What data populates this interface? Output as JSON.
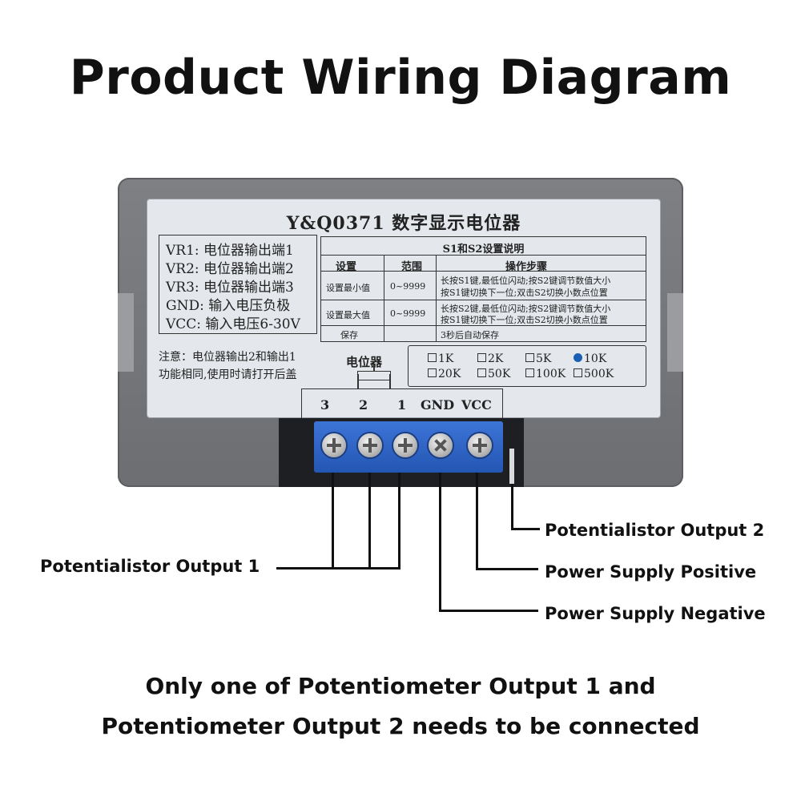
{
  "title": "Product Wiring Diagram",
  "device": {
    "model": "Y&Q0371 数字显示电位器",
    "pins": [
      "VR1:  电位器输出端1",
      "VR2:  电位器输出端2",
      "VR3:  电位器输出端3",
      "GND:  输入电压负极",
      "VCC:  输入电压6-30V"
    ],
    "note_line1": "注意：电位器输出2和输出1",
    "note_line2": "功能相同,使用时请打开后盖",
    "settings_table": {
      "title": "S1和S2设置说明",
      "headers": [
        "设置",
        "范围",
        "操作步骤"
      ],
      "rows": [
        {
          "setting": "设置最小值",
          "range": "0~9999",
          "steps1": "长按S1键,最低位闪动;按S2键调节数值大小",
          "steps2": "按S1键切换下一位;双击S2切换小数点位置"
        },
        {
          "setting": "设置最大值",
          "range": "0~9999",
          "steps1": "长按S2键,最低位闪动;按S2键调节数值大小",
          "steps2": "按S1键切换下一位;双击S2切换小数点位置"
        },
        {
          "setting": "保存",
          "range": "",
          "steps1": "3秒后自动保存",
          "steps2": ""
        }
      ]
    },
    "resistance_options": [
      "1K",
      "2K",
      "5K",
      "10K",
      "20K",
      "50K",
      "100K",
      "500K"
    ],
    "resistance_selected": "10K",
    "pot_label": "电位器",
    "terminals": [
      "3",
      "2",
      "1",
      "GND",
      "VCC"
    ]
  },
  "callouts": {
    "pot_output_1": "Potentialistor Output 1",
    "pot_output_2": "Potentialistor Output 2",
    "power_positive": "Power Supply Positive",
    "power_negative": "Power Supply Negative"
  },
  "footer": {
    "line1": "Only one of Potentiometer Output 1 and",
    "line2": "Potentiometer Output 2 needs to be connected"
  },
  "colors": {
    "terminal_block": "#2f66c8",
    "housing": "#74767a",
    "label_plate": "#e4e8ec"
  }
}
